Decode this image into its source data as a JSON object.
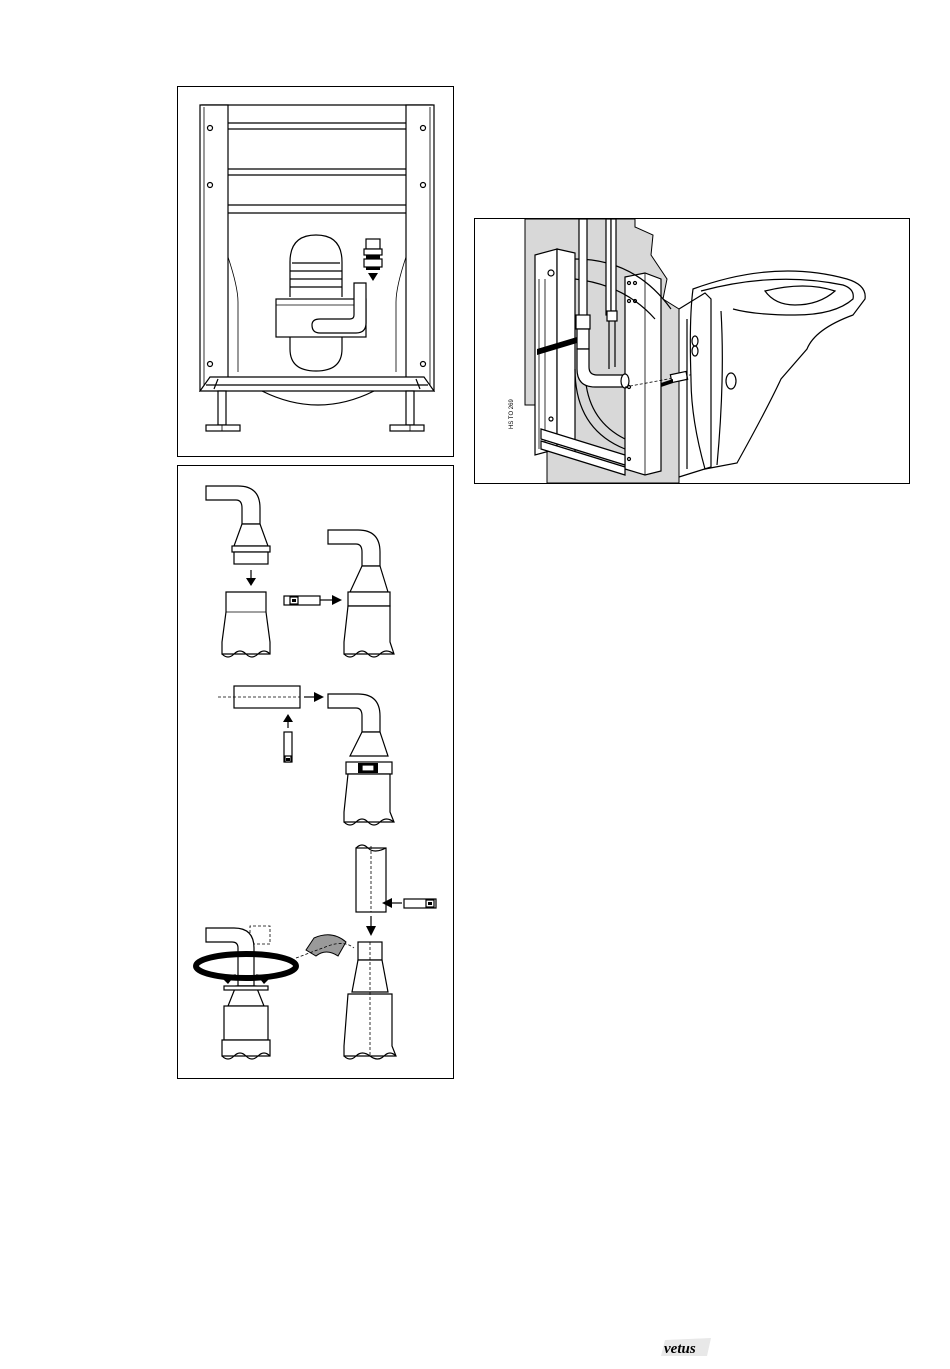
{
  "figures": {
    "frame_panel": {
      "icon": "wall-frame-toilet-drawing"
    },
    "pipe_panel": {
      "icon": "pipe-connection-steps-drawing"
    },
    "install_panel": {
      "icon": "toilet-installation-drawing",
      "code_label": "HS TO 269"
    }
  },
  "footer": {
    "logo_text": "vetus",
    "logo_color": "#000000"
  }
}
